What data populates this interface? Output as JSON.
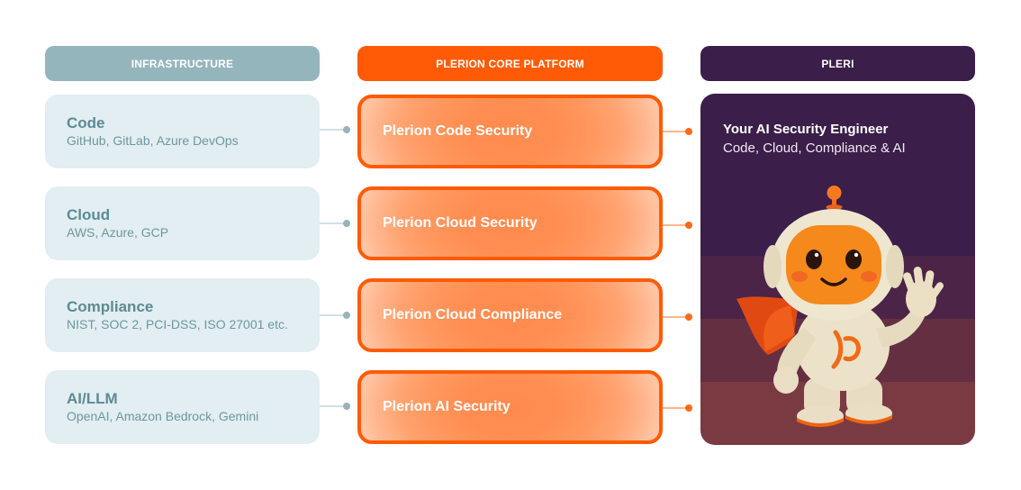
{
  "columns": {
    "infrastructure": {
      "header": "INFRASTRUCTURE"
    },
    "core_platform": {
      "header": "PLERION CORE PLATFORM"
    },
    "pleri": {
      "header": "PLERI"
    }
  },
  "infrastructure": [
    {
      "title": "Code",
      "subtitle": "GitHub, GitLab, Azure DevOps"
    },
    {
      "title": "Cloud",
      "subtitle": "AWS, Azure, GCP"
    },
    {
      "title": "Compliance",
      "subtitle": "NIST, SOC 2, PCI-DSS, ISO 27001 etc."
    },
    {
      "title": "AI/LLM",
      "subtitle": "OpenAI, Amazon Bedrock, Gemini"
    }
  ],
  "core_platform": [
    {
      "label": "Plerion Code Security"
    },
    {
      "label": "Plerion Cloud Security"
    },
    {
      "label": "Plerion Cloud Compliance"
    },
    {
      "label": "Plerion AI Security"
    }
  ],
  "pleri": {
    "title": "Your AI Security Engineer",
    "subtitle": "Code, Cloud, Compliance & AI",
    "illustration": "robot-mascot-waving",
    "chest_logo": "plerion-logo"
  },
  "colors": {
    "infra_header": "#95b5bd",
    "infra_card": "#e2eef1",
    "core_header": "#ff5b06",
    "core_card_border": "#ff5b06",
    "pleri_dark": "#3b1e49",
    "pleri_maroon": "#7a3a42"
  }
}
